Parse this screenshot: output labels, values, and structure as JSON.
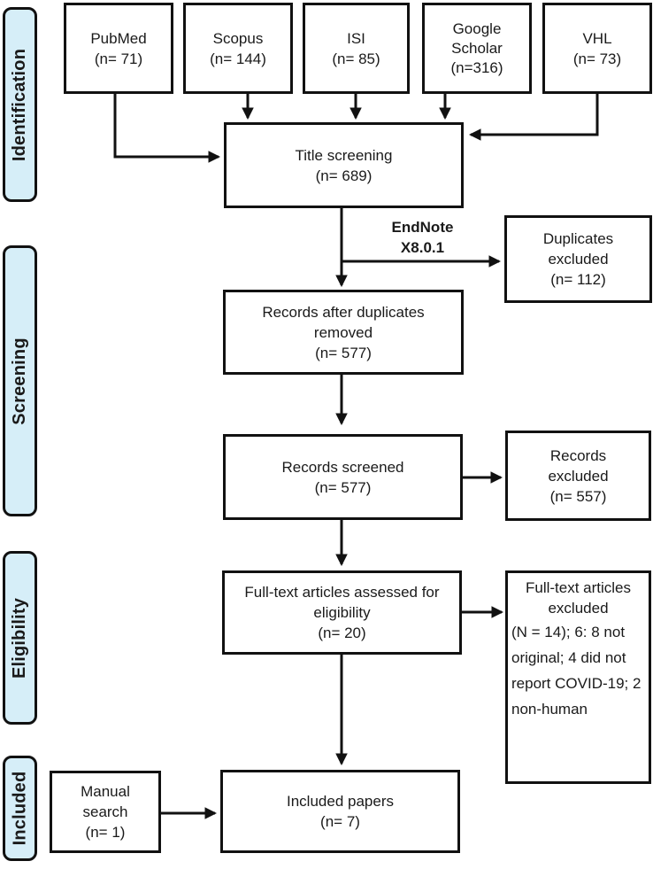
{
  "sidebar": {
    "fill_color": "#d6eef8",
    "labels": {
      "identification": "Identification",
      "screening": "Screening",
      "eligibility": "Eligibility",
      "included": "Included"
    }
  },
  "boxes": {
    "pubmed": {
      "line1": "PubMed",
      "line2": "(n= 71)"
    },
    "scopus": {
      "line1": "Scopus",
      "line2": "(n= 144)"
    },
    "isi": {
      "line1": "ISI",
      "line2": "(n= 85)"
    },
    "google_scholar": {
      "line1": "Google",
      "line2": "Scholar",
      "line3": "(n=316)"
    },
    "vhl": {
      "line1": "VHL",
      "line2": "(n= 73)"
    },
    "title_screening": {
      "line1": "Title screening",
      "line2": "(n= 689)"
    },
    "duplicates_excluded": {
      "line1": "Duplicates",
      "line2": "excluded",
      "line3": "(n= 112)"
    },
    "records_after_duplicates": {
      "line1": "Records after duplicates",
      "line2": "removed",
      "line3": "(n= 577)"
    },
    "records_screened": {
      "line1": "Records screened",
      "line2": "(n= 577)"
    },
    "records_excluded": {
      "line1": "Records",
      "line2": "excluded",
      "line3": "(n= 557)"
    },
    "fulltext_assessed": {
      "line1": "Full-text articles assessed for",
      "line2": "eligibility",
      "line3": "(n= 20)"
    },
    "fulltext_excluded": {
      "line1": "Full-text articles",
      "line2": "excluded",
      "detail": "(N = 14); 6: 8 not original; 4 did not report COVID-19; 2 non-human"
    },
    "manual_search": {
      "line1": "Manual",
      "line2": "search",
      "line3": "(n= 1)"
    },
    "included_papers": {
      "line1": "Included papers",
      "line2": "(n= 7)"
    }
  },
  "annotations": {
    "endnote_line1": "EndNote",
    "endnote_line2": "X8.0.1"
  },
  "colors": {
    "arrow": "#111111",
    "box_border": "#111111",
    "background": "#ffffff"
  }
}
